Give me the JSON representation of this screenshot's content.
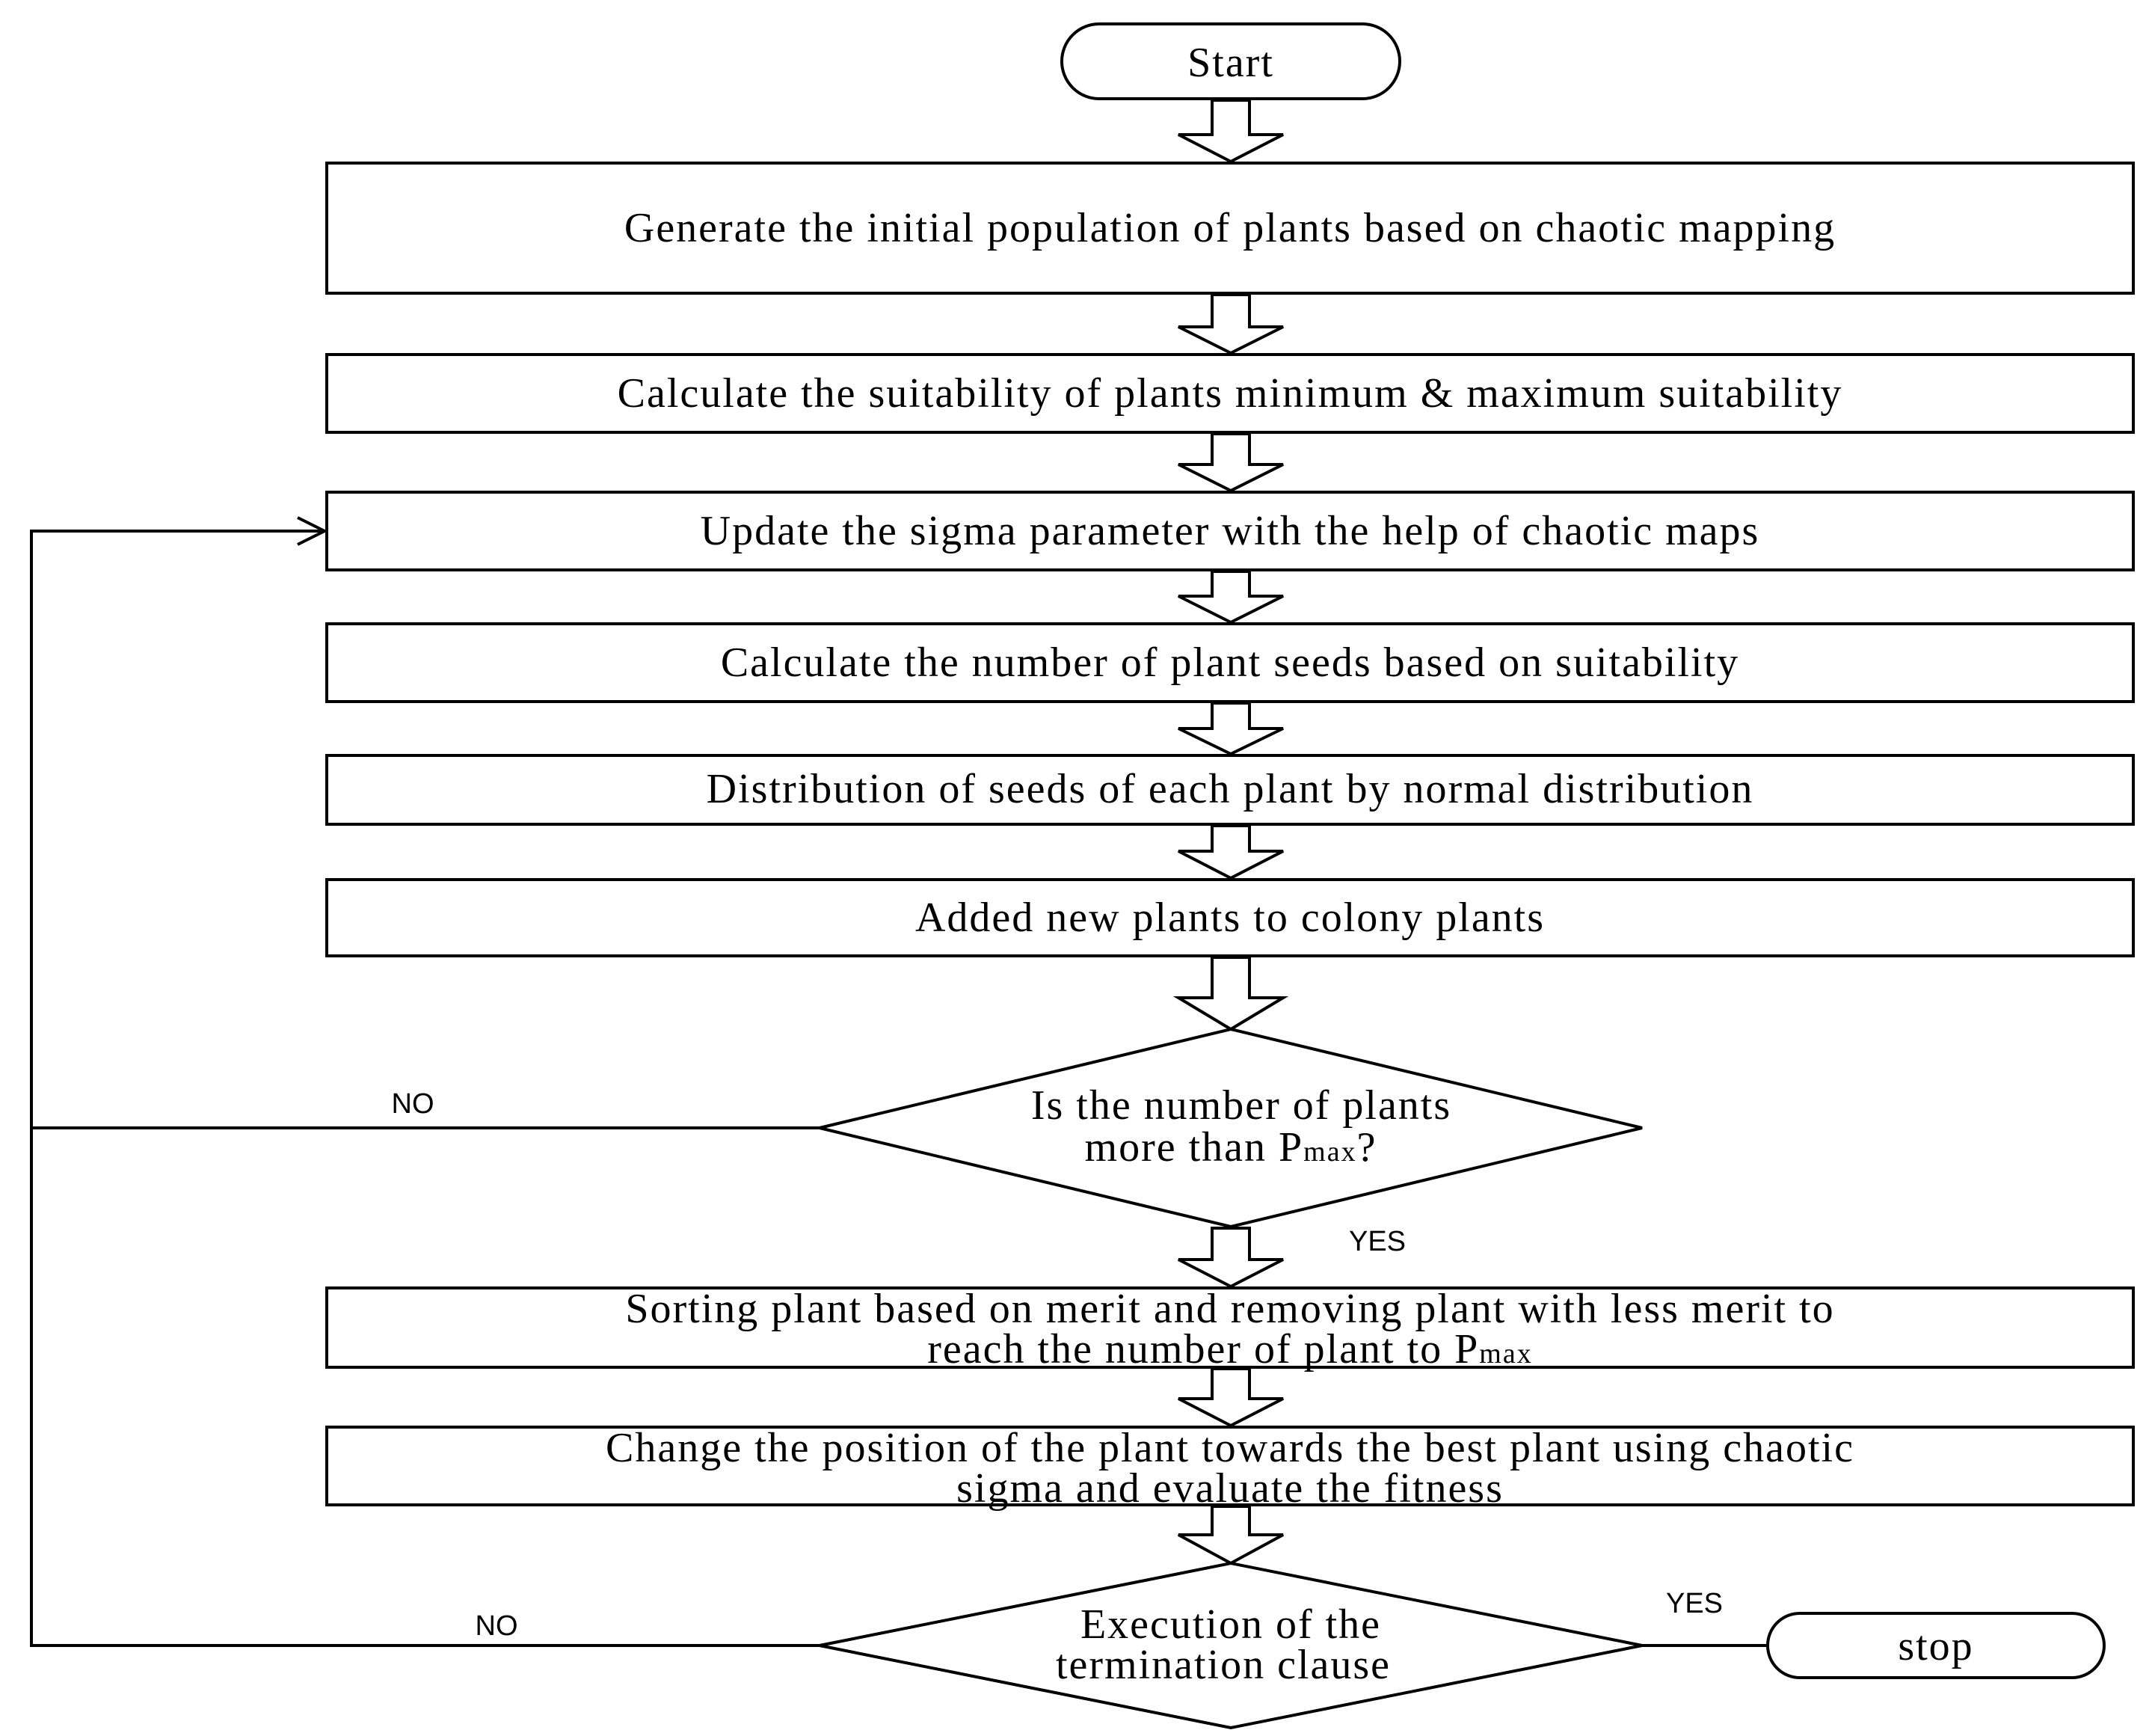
{
  "flowchart": {
    "start": "Start",
    "steps": [
      {
        "lines": [
          "Generate the initial population of plants based on chaotic mapping"
        ]
      },
      {
        "lines": [
          "Calculate the suitability of plants minimum & maximum suitability"
        ]
      },
      {
        "lines": [
          "Update the sigma parameter with the help of chaotic maps"
        ]
      },
      {
        "lines": [
          "Calculate the number of plant seeds based on suitability"
        ]
      },
      {
        "lines": [
          "Distribution of seeds of each plant by normal distribution"
        ]
      },
      {
        "lines": [
          "Added new plants to colony plants"
        ]
      }
    ],
    "decision1": {
      "line1": "Is the number of plants",
      "line2_pre": "more than P",
      "line2_sub": "max",
      "line2_post": "?",
      "no_label": "NO",
      "yes_label": "YES"
    },
    "step_sort": {
      "line1": "Sorting plant based on merit and removing plant with less merit to",
      "line2_pre": "reach the number of plant to P",
      "line2_sub": "max"
    },
    "step_change": {
      "lines": [
        "Change the position of the plant towards the best plant using chaotic",
        "sigma and evaluate the fitness"
      ]
    },
    "decision2": {
      "lines": [
        "Execution of the",
        "termination clause"
      ],
      "no_label": "NO",
      "yes_label": "YES"
    },
    "stop": "stop"
  }
}
